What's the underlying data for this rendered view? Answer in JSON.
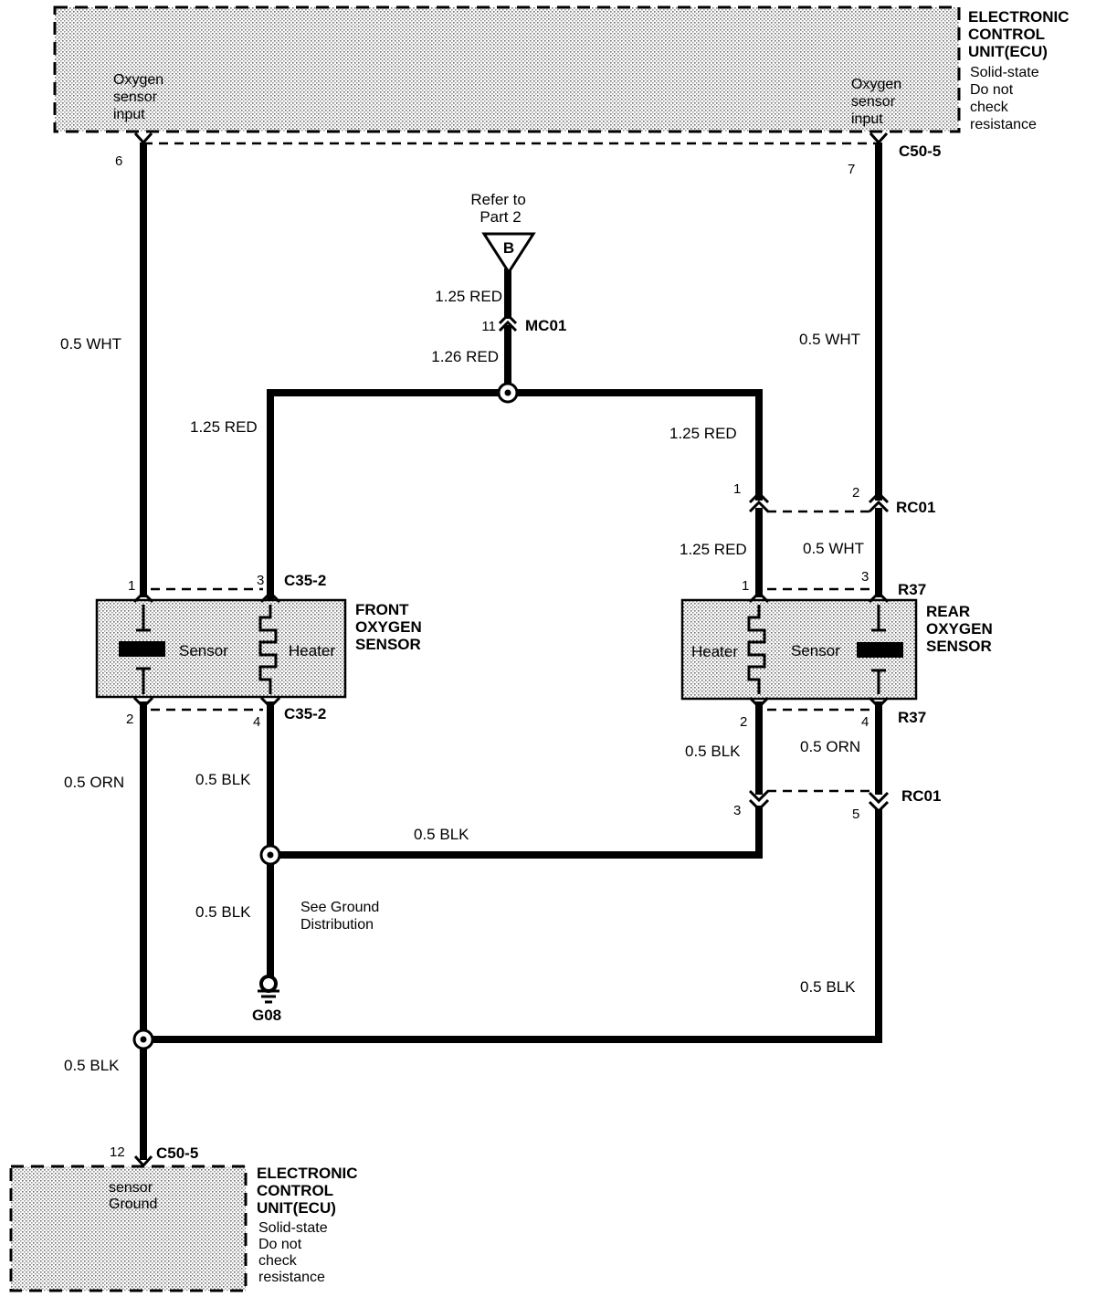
{
  "ecu_top": {
    "title": [
      "ELECTRONIC",
      "CONTROL",
      "UNIT(ECU)"
    ],
    "notes": [
      "Solid-state",
      "Do not",
      "check",
      "resistance"
    ],
    "left_input": [
      "Oxygen",
      "sensor",
      "input"
    ],
    "right_input": [
      "Oxygen",
      "sensor",
      "input"
    ],
    "left_pin": "6",
    "right_pin": "7",
    "connector": "C50-5"
  },
  "ecu_bottom": {
    "title": [
      "ELECTRONIC",
      "CONTROL",
      "UNIT(ECU)"
    ],
    "notes": [
      "Solid-state",
      "Do not",
      "check",
      "resistance"
    ],
    "input": [
      "sensor",
      "Ground"
    ],
    "pin": "12",
    "connector": "C50-5"
  },
  "refer": {
    "text": [
      "Refer to",
      "Part 2"
    ],
    "symbol": "B"
  },
  "mc01": {
    "pin": "11",
    "name": "MC01",
    "wire_above": "1.25 RED",
    "wire_below": "1.26 RED"
  },
  "front_sensor": {
    "title": [
      "FRONT",
      "OXYGEN",
      "SENSOR"
    ],
    "sensor_label": "Sensor",
    "heater_label": "Heater",
    "pin1": "1",
    "pin2": "2",
    "pin3": "3",
    "pin4": "4",
    "conn_top": "C35-2",
    "conn_bottom": "C35-2"
  },
  "rear_sensor": {
    "title": [
      "REAR",
      "OXYGEN",
      "SENSOR"
    ],
    "sensor_label": "Sensor",
    "heater_label": "Heater",
    "pin1": "1",
    "pin2": "2",
    "pin3": "3",
    "pin4": "4",
    "conn_top": "R37",
    "conn_bottom": "R37"
  },
  "rc01_top": {
    "pin_left": "1",
    "pin_right": "2",
    "name": "RC01"
  },
  "rc01_bottom": {
    "pin_left": "3",
    "pin_right": "5",
    "name": "RC01"
  },
  "ground": {
    "id": "G08",
    "note": [
      "See Ground",
      "Distribution"
    ]
  },
  "wires": {
    "left_wht": "0.5 WHT",
    "right_wht_upper": "0.5 WHT",
    "right_wht_lower": "0.5 WHT",
    "left_red": "1.25 RED",
    "right_red_upper": "1.25 RED",
    "right_red_lower": "1.25 RED",
    "left_orn": "0.5 ORN",
    "right_orn": "0.5 ORN",
    "front_blk": "0.5 BLK",
    "rear_blk": "0.5 BLK",
    "mid_blk": "0.5 BLK",
    "gnd_blk": "0.5 BLK",
    "return_blk": "0.5 BLK",
    "bottom_blk": "0.5 BLK"
  }
}
